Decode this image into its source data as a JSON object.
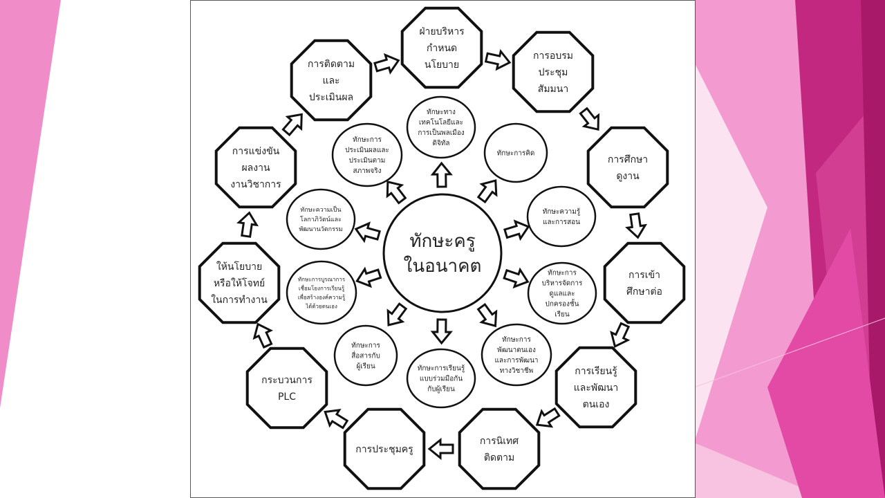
{
  "colors": {
    "accent_pink": "#f08cc8",
    "deep_magenta": "#b3206f",
    "light_pink": "#f6b9dc"
  },
  "center": {
    "lines": [
      "ทักษะครู",
      "ในอนาคต"
    ]
  },
  "outer_nodes": [
    {
      "id": "admin-policy",
      "lines": [
        "ฝ่ายบริหาร",
        "กำหนด",
        "นโยบาย"
      ]
    },
    {
      "id": "training-seminar",
      "lines": [
        "การอบรม",
        "ประชุม",
        "สัมมนา"
      ]
    },
    {
      "id": "study-visit",
      "lines": [
        "การศึกษา",
        "ดูงาน"
      ]
    },
    {
      "id": "further-study",
      "lines": [
        "การเข้า",
        "ศึกษาต่อ"
      ]
    },
    {
      "id": "self-learning",
      "lines": [
        "การเรียนรู้",
        "และพัฒนา",
        "ตนเอง"
      ]
    },
    {
      "id": "supervision",
      "lines": [
        "การนิเทศ",
        "ติดตาม"
      ]
    },
    {
      "id": "teacher-meeting",
      "lines": [
        "การประชุมครู"
      ]
    },
    {
      "id": "plc-process",
      "lines": [
        "กระบวนการ",
        "PLC"
      ]
    },
    {
      "id": "policy-problem",
      "lines": [
        "ให้นโยบาย",
        "หรือให้โจทย์",
        "ในการทำงาน"
      ]
    },
    {
      "id": "academic-contest",
      "lines": [
        "การแข่งขัน",
        "ผลงาน",
        "งานวิชาการ"
      ]
    },
    {
      "id": "monitoring-evaluation",
      "lines": [
        "การติดตาม",
        "และ",
        "ประเมินผล"
      ]
    }
  ],
  "inner_nodes": [
    {
      "id": "digital-skill",
      "lines": [
        "ทักษะทาง",
        "เทคโนโลยีและ",
        "การเป็นพลเมือง",
        "ดิจิทัล"
      ]
    },
    {
      "id": "thinking-skill",
      "lines": [
        "ทักษะการคิด"
      ]
    },
    {
      "id": "knowledge-teaching",
      "lines": [
        "ทักษะความรู้",
        "และการสอน"
      ]
    },
    {
      "id": "classroom-management",
      "lines": [
        "ทักษะการ",
        "บริหารจัดการ",
        "ดูแลและ",
        "ปกครองชั้น",
        "เรียน"
      ]
    },
    {
      "id": "self-development",
      "lines": [
        "ทักษะการ",
        "พัฒนาตนเอง",
        "และการพัฒนา",
        "ทางวิชาชีพ"
      ]
    },
    {
      "id": "co-learning",
      "lines": [
        "ทักษะการเรียนรู้",
        "แบบร่วมมือกัน",
        "กับผู้เรียน"
      ]
    },
    {
      "id": "communication",
      "lines": [
        "ทักษะการ",
        "สื่อสารกับ",
        "ผู้เรียน"
      ]
    },
    {
      "id": "integration",
      "lines": [
        "ทักษะการบูรณาการ",
        "เชื่อมโยงการเรียนรู้",
        "เพื่อสร้างองค์ความรู้",
        "ได้ด้วยตนเอง"
      ]
    },
    {
      "id": "global-citizen",
      "lines": [
        "ทักษะความเป็น",
        "โลกาภิวัตน์และ",
        "พัฒนานวัตกรรม"
      ]
    },
    {
      "id": "authentic-assessment",
      "lines": [
        "ทักษะการ",
        "ประเมินผลและ",
        "ประเมินตาม",
        "สภาพจริง"
      ]
    }
  ]
}
